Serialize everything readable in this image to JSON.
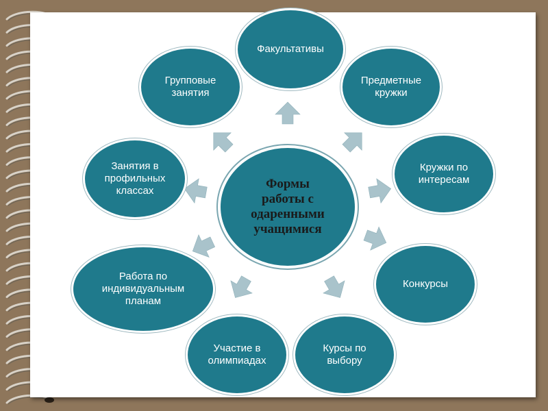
{
  "diagram": {
    "center": "Формы\nработы с\nодаренными\nучащимися",
    "nodes": [
      "Факультативы",
      "Предметные\nкружки",
      "Кружки по\nинтересам",
      "Конкурсы",
      "Курсы по\nвыбору",
      "Участие в\nолимпиадах",
      "Работа по\nиндивидуальным\nпланам",
      "Занятия в\nпрофильных\nклассах",
      "Групповые\nзанятия"
    ]
  },
  "colors": {
    "frame": "#8e765b",
    "node_fill": "#1f7a8c",
    "arrow_fill": "#a9c3cb",
    "center_text": "#1a1a1a"
  }
}
